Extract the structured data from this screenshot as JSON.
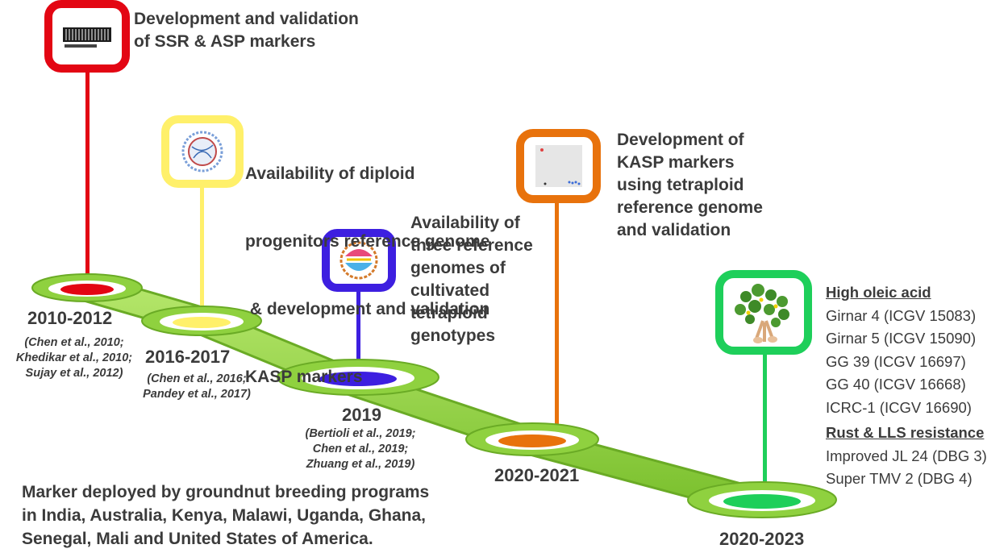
{
  "milestones": [
    {
      "year": "2010-2012",
      "description": [
        "Development and validation",
        "of SSR & ASP markers"
      ],
      "citations": [
        "(Chen et al., 2010;",
        "Khedikar et al., 2010;",
        "Sujay et al., 2012)"
      ],
      "color": "#e30613",
      "icon": "gel-electrophoresis-icon"
    },
    {
      "year": "2016-2017",
      "description": [
        "Availability of diploid",
        "progenitors reference genome",
        " & development and validation",
        "KASP markers"
      ],
      "citations": [
        "(Chen et al., 2016;",
        "Pandey et al., 2017)"
      ],
      "color": "#fff06a",
      "icon": "circos-genome-icon"
    },
    {
      "year": "2019",
      "description": [
        "Availability of",
        "three reference",
        "genomes of",
        "cultivated",
        "tetraploid",
        "genotypes"
      ],
      "citations": [
        "(Bertioli et al., 2019;",
        "Chen et al., 2019;",
        "Zhuang et al., 2019)"
      ],
      "color": "#3d1fe0",
      "icon": "circos-genome-icon"
    },
    {
      "year": "2020-2021",
      "description": [
        "Development of",
        "KASP markers",
        "using tetraploid",
        "reference genome",
        "and validation"
      ],
      "citations": [],
      "color": "#e8720c",
      "icon": "kasp-scatter-plot-icon"
    },
    {
      "year": "2020-2023",
      "description": [],
      "citations": [],
      "color": "#1ecf5a",
      "icon": "groundnut-plant-icon"
    }
  ],
  "varieties": {
    "high_oleic_header": "High oleic acid",
    "high_oleic": [
      "Girnar 4 (ICGV 15083)",
      "Girnar 5 (ICGV 15090)",
      "GG 39 (ICGV 16697)",
      "GG 40 (ICGV 16668)",
      "ICRC-1 (ICGV 16690)"
    ],
    "rust_header": "Rust & LLS resistance",
    "rust": [
      "Improved JL 24 (DBG 3)",
      "Super TMV 2 (DBG 4)"
    ]
  },
  "footer": [
    "Marker deployed by groundnut breeding programs",
    "in India, Australia, Kenya, Malawi, Uganda, Ghana,",
    "Senegal, Mali and United States of America."
  ],
  "colors": {
    "path": "#8fd13f",
    "path_edge": "#6aab25",
    "text": "#3b3b3b"
  }
}
